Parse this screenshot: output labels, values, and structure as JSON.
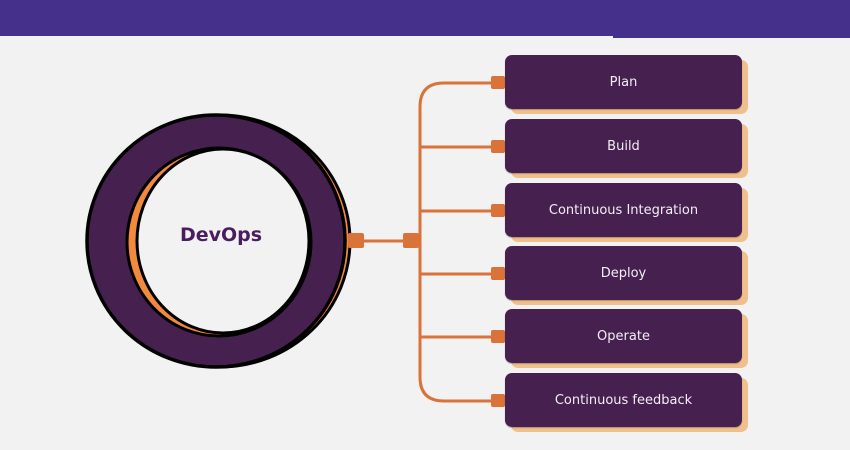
{
  "diagram": {
    "title": "DevOps",
    "center_label": "DevOps",
    "stages": [
      {
        "label": "Plan"
      },
      {
        "label": "Build"
      },
      {
        "label": "Continuous Integration"
      },
      {
        "label": "Deploy"
      },
      {
        "label": "Operate"
      },
      {
        "label": "Continuous feedback"
      }
    ]
  },
  "colors": {
    "header": "#45318b",
    "ring": "#46204f",
    "accent_orange": "#f28a3e",
    "connector": "#d9733a",
    "box_shadow": "#f0c08c",
    "background": "#f2f2f2"
  }
}
